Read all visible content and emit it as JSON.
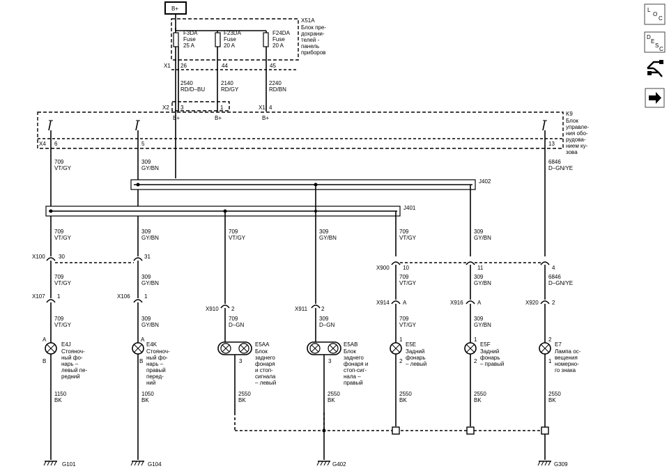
{
  "power": {
    "label": "B+"
  },
  "fuse_block": {
    "id": "X51A",
    "lines": [
      "Блок пре-",
      "дохрани-",
      "телей -",
      "панель",
      "приборов"
    ],
    "fuses": [
      {
        "name": "F3DA",
        "type": "Fuse",
        "rating": "25 A"
      },
      {
        "name": "F23DA",
        "type": "Fuse",
        "rating": "20 A"
      },
      {
        "name": "F24DA",
        "type": "Fuse",
        "rating": "20 A"
      }
    ],
    "connector": "X1",
    "pins": [
      "26",
      "44",
      "45"
    ]
  },
  "feed_wires": [
    {
      "num": "2540",
      "color": "RD/D–BU"
    },
    {
      "num": "2140",
      "color": "RD/GY"
    },
    {
      "num": "2240",
      "color": "RD/BN"
    }
  ],
  "k9_inputs": [
    {
      "conn": "X2",
      "pin": "3",
      "label": "B+"
    },
    {
      "conn": "",
      "pin": "1",
      "label": "B+"
    },
    {
      "conn": "X1",
      "pin": "4",
      "label": "B+"
    }
  ],
  "k9": {
    "id": "K9",
    "lines": [
      "Блок",
      "управле-",
      "ния обо-",
      "рудова-",
      "нием ку-",
      "зова"
    ],
    "connector": "X4",
    "pins": [
      "6",
      "5",
      "13"
    ]
  },
  "k9_out_wires": [
    {
      "num": "709",
      "color": "VT/GY"
    },
    {
      "num": "309",
      "color": "GY/BN"
    },
    {
      "num": "6846",
      "color": "D–GN/YE"
    }
  ],
  "splices": {
    "j402": "J402",
    "j401": "J401"
  },
  "mid_wires": [
    {
      "num": "709",
      "color": "VT/GY"
    },
    {
      "num": "309",
      "color": "GY/BN"
    },
    {
      "num": "709",
      "color": "VT/GY"
    },
    {
      "num": "309",
      "color": "GY/BN"
    },
    {
      "num": "709",
      "color": "VT/GY"
    },
    {
      "num": "309",
      "color": "GY/BN"
    }
  ],
  "x100": {
    "conn": "X100",
    "pins": [
      "30",
      "31"
    ]
  },
  "x900": {
    "conn": "X900",
    "pins": [
      "10",
      "11",
      "4"
    ]
  },
  "after_x100": [
    {
      "num": "709",
      "color": "VT/GY"
    },
    {
      "num": "309",
      "color": "GY/BN"
    }
  ],
  "after_x900": [
    {
      "num": "709",
      "color": "VT/GY"
    },
    {
      "num": "309",
      "color": "GY/BN"
    },
    {
      "num": "6846",
      "color": "D–GN/YE"
    }
  ],
  "lamp_conns": [
    {
      "conn": "X107",
      "pin": "1"
    },
    {
      "conn": "X106",
      "pin": "1"
    },
    {
      "conn": "X910",
      "pin": "2"
    },
    {
      "conn": "X911",
      "pin": "2"
    },
    {
      "conn": "X914",
      "pin": "A"
    },
    {
      "conn": "X916",
      "pin": "A"
    },
    {
      "conn": "X920",
      "pin": "2"
    }
  ],
  "lamp_wires": [
    {
      "num": "709",
      "color": "VT/GY"
    },
    {
      "num": "309",
      "color": "GY/BN"
    },
    {
      "num": "709",
      "color": "D–GN"
    },
    {
      "num": "309",
      "color": "D–GN"
    },
    {
      "num": "709",
      "color": "VT/GY"
    },
    {
      "num": "309",
      "color": "GY/BN"
    }
  ],
  "lamps": [
    {
      "id": "E4J",
      "pin_in": "A",
      "pin_out": "B",
      "lines": [
        "Стояноч-",
        "ный фо-",
        "нарь –",
        "левый пе-",
        "редний"
      ]
    },
    {
      "id": "E4K",
      "pin_in": "A",
      "pin_out": "B",
      "lines": [
        "Стояноч-",
        "ный фо-",
        "нарь –",
        "правый",
        "перед-",
        "ний"
      ]
    },
    {
      "id": "E5AA",
      "pin_in": "",
      "pin_out": "3",
      "lines": [
        "Блок",
        "заднего",
        "фонаря",
        "и стоп-",
        "сигнала",
        "– левый"
      ]
    },
    {
      "id": "E5AB",
      "pin_in": "",
      "pin_out": "3",
      "lines": [
        "Блок",
        "заднего",
        "фонаря и",
        "стоп-сиг-",
        "нала –",
        "правый"
      ]
    },
    {
      "id": "E5E",
      "pin_in": "1",
      "pin_out": "2",
      "lines": [
        "Задний",
        "фонарь",
        "– левый"
      ]
    },
    {
      "id": "E5F",
      "pin_in": "1",
      "pin_out": "2",
      "lines": [
        "Задний",
        "фонарь",
        "– правый"
      ]
    },
    {
      "id": "E7",
      "pin_in": "2",
      "pin_out": "1",
      "lines": [
        "Лампа ос-",
        "вещения",
        "номерно-",
        "го знака"
      ]
    }
  ],
  "ground_wires": [
    {
      "num": "1150",
      "color": "BK"
    },
    {
      "num": "1050",
      "color": "BK"
    },
    {
      "num": "2550",
      "color": "BK"
    },
    {
      "num": "2550",
      "color": "BK"
    },
    {
      "num": "2550",
      "color": "BK"
    },
    {
      "num": "2550",
      "color": "BK"
    },
    {
      "num": "2550",
      "color": "BK"
    }
  ],
  "grounds": [
    "G101",
    "G104",
    "G402",
    "G309"
  ],
  "sidebar": {
    "loc": {
      "l": "L",
      "o": "O",
      "c": "C"
    },
    "desc": {
      "d": "D",
      "e": "E",
      "s": "S",
      "c": "C"
    },
    "connector_icon": "connector-icon",
    "next_icon": "arrow-right-icon"
  }
}
